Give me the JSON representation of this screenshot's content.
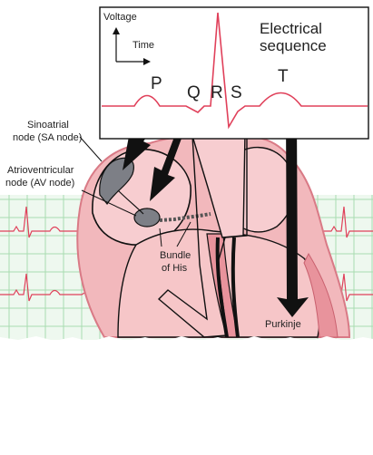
{
  "inset": {
    "axis_y_label": "Voltage",
    "axis_x_label": "Time",
    "title_line1": "Electrical",
    "title_line2": "sequence",
    "waves": {
      "p": "P",
      "q": "Q",
      "r": "R",
      "s": "S",
      "t": "T"
    }
  },
  "labels": {
    "sa_node_line1": "Sinoatrial",
    "sa_node_line2": "node (SA node)",
    "av_node_line1": "Atrioventricular",
    "av_node_line2": "node (AV node)",
    "bundle_line1": "Bundle",
    "bundle_line2": "of His",
    "purkinje": "Purkinje"
  },
  "colors": {
    "ecg_trace": "#e0405a",
    "ecg_grid": "#9dd8a8",
    "heart_fill": "#f6c6c8",
    "heart_wall": "#e8939c",
    "outline": "#111111",
    "node_fill": "#7d7f86"
  }
}
